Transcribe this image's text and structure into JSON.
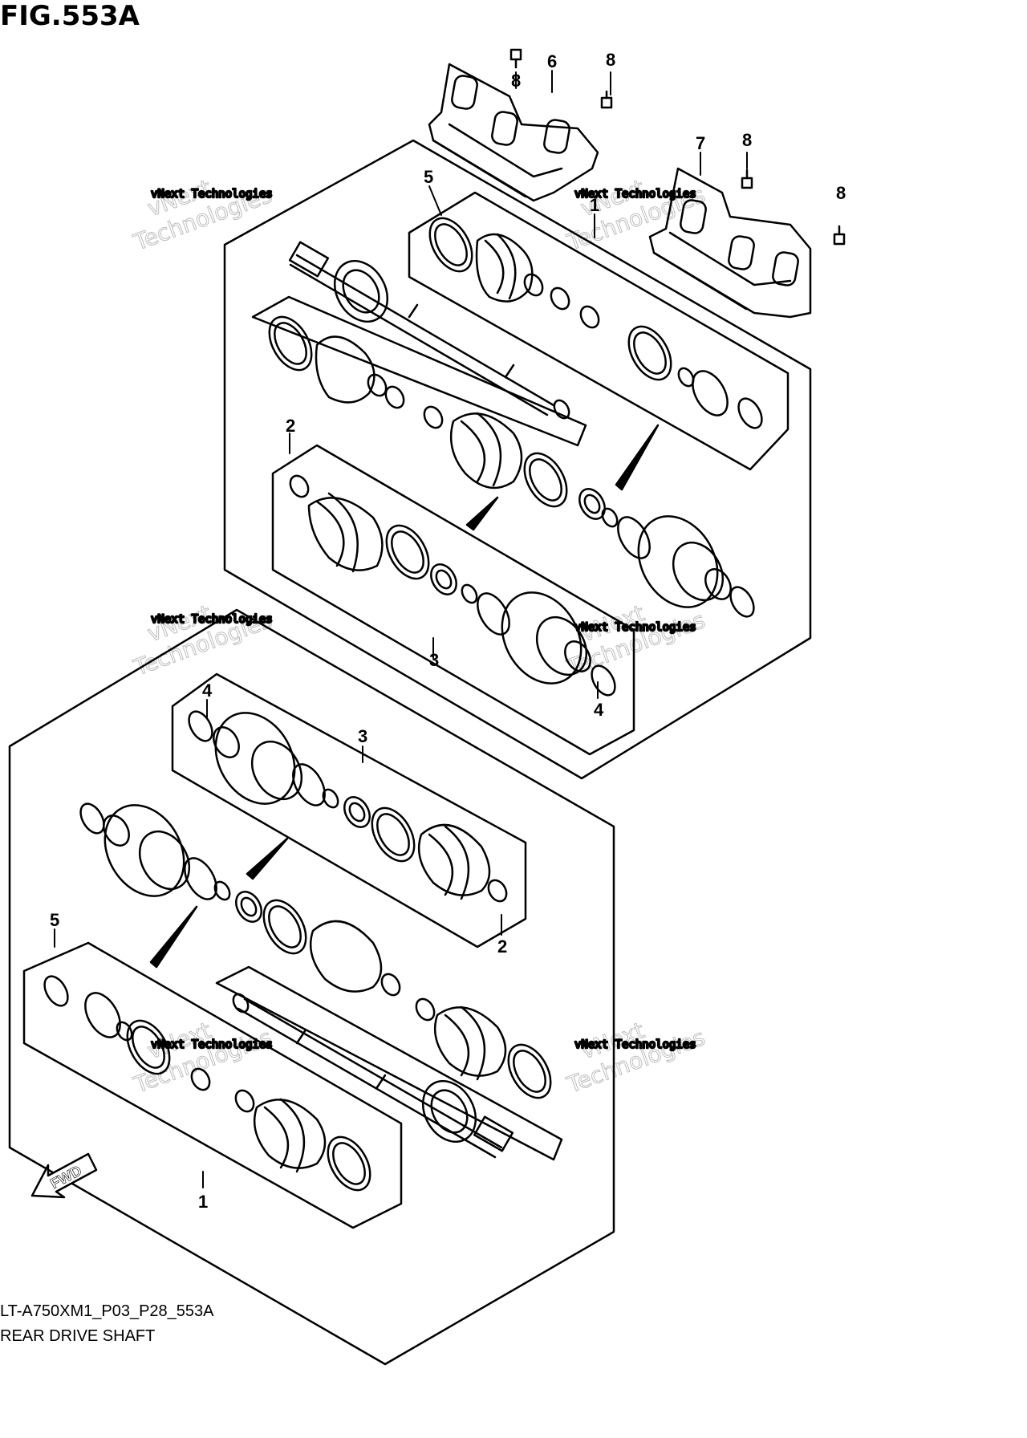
{
  "figure": {
    "title": "FIG.553A",
    "code": "LT-A750XM1_P03_P28_553A",
    "caption": "REAR DRIVE SHAFT"
  },
  "watermark": {
    "small": "vNext Technologies",
    "big_line1": "vNext",
    "big_line2": "Technologies"
  },
  "direction": {
    "label": "FWD"
  },
  "callouts": {
    "c1": "1",
    "c2": "2",
    "c3": "3",
    "c4": "4",
    "c5": "5",
    "c6": "6",
    "c7": "7",
    "c8": "8"
  }
}
